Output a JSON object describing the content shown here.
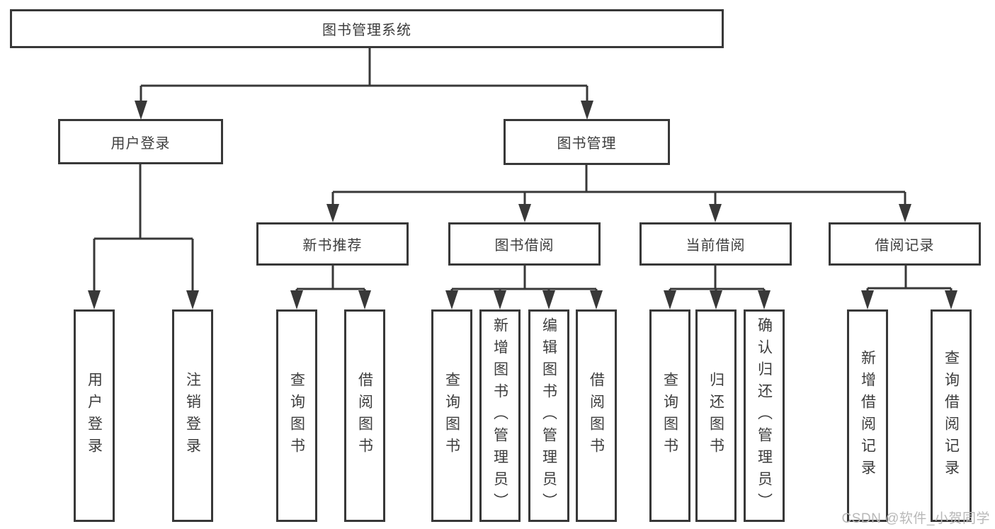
{
  "diagram": {
    "type": "hierarchy-tree",
    "title": "图书管理系统",
    "watermark": "CSDN @软件_小贺同学",
    "colors": {
      "line": "#383838",
      "text": "#3d3d3d",
      "background": "#ffffff",
      "watermark": "#b8b8b8"
    },
    "root": {
      "label": "图书管理系统"
    },
    "level2": {
      "user_login": {
        "label": "用户登录"
      },
      "book_management": {
        "label": "图书管理"
      }
    },
    "level3": {
      "new_book_recommend": {
        "label": "新书推荐"
      },
      "book_borrow": {
        "label": "图书借阅"
      },
      "current_borrow": {
        "label": "当前借阅"
      },
      "borrow_records": {
        "label": "借阅记录"
      }
    },
    "leaves": {
      "user_login": {
        "label": "用户登录",
        "parent": "用户登录"
      },
      "logout": {
        "label": "注销登录",
        "parent": "用户登录"
      },
      "recommend_query_books": {
        "label": "查询图书",
        "parent": "新书推荐"
      },
      "recommend_borrow_books": {
        "label": "借阅图书",
        "parent": "新书推荐"
      },
      "borrow_query_books": {
        "label": "查询图书",
        "parent": "图书借阅"
      },
      "borrow_add_books": {
        "label": "新增图书（管理员）",
        "parent": "图书借阅"
      },
      "borrow_edit_books": {
        "label": "编辑图书（管理员）",
        "parent": "图书借阅"
      },
      "borrow_borrow_books": {
        "label": "借阅图书",
        "parent": "图书借阅"
      },
      "current_query_books": {
        "label": "查询图书",
        "parent": "当前借阅"
      },
      "current_return_books": {
        "label": "归还图书",
        "parent": "当前借阅"
      },
      "current_confirm_return": {
        "label": "确认归还（管理员）",
        "parent": "当前借阅"
      },
      "records_add_record": {
        "label": "新增借阅记录",
        "parent": "借阅记录"
      },
      "records_query_record": {
        "label": "查询借阅记录",
        "parent": "借阅记录"
      }
    }
  }
}
